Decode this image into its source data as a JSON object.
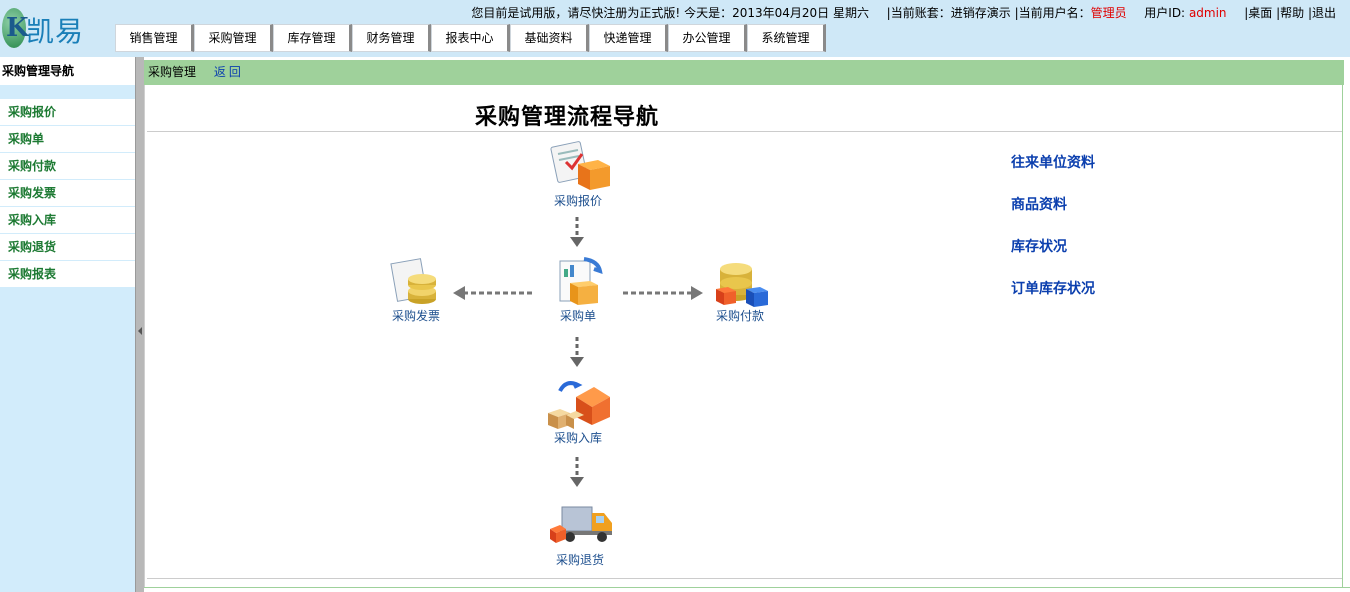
{
  "app": {
    "logo_letter": "K",
    "logo_name": "凯易通"
  },
  "header": {
    "notice": "您目前是试用版，请尽快注册为正式版!",
    "today_label": "今天是：",
    "today_value": "2013年04月20日",
    "weekday": "星期六",
    "account_label": "|当前账套：",
    "account_value": "进销存演示",
    "user_label": "|当前用户名：",
    "user_value": "管理员",
    "uid_label": "用户ID:",
    "uid_value": "admin",
    "desktop": "|桌面",
    "help": "|帮助",
    "logout": "|退出"
  },
  "nav": {
    "tabs": [
      "销售管理",
      "采购管理",
      "库存管理",
      "财务管理",
      "报表中心",
      "基础资料",
      "快递管理",
      "办公管理",
      "系统管理"
    ]
  },
  "sidebar": {
    "title": "采购管理导航",
    "items": [
      "采购报价",
      "采购单",
      "采购付款",
      "采购发票",
      "采购入库",
      "采购退货",
      "采购报表"
    ]
  },
  "main": {
    "breadcrumb": "采购管理",
    "back": "返回",
    "flow_title": "采购管理流程导航",
    "nodes": {
      "quote": "采购报价",
      "order": "采购单",
      "invoice": "采购发票",
      "payment": "采购付款",
      "stock_in": "采购入库",
      "return": "采购退货"
    },
    "links": [
      "往来单位资料",
      "商品资料",
      "库存状况",
      "订单库存状况"
    ]
  },
  "colors": {
    "header_bg": "#cfe8f7",
    "green_bar": "#9fd19b",
    "sidebar_item": "#1d7a33",
    "link_blue": "#0b3fae",
    "highlight_red": "#e00000"
  }
}
